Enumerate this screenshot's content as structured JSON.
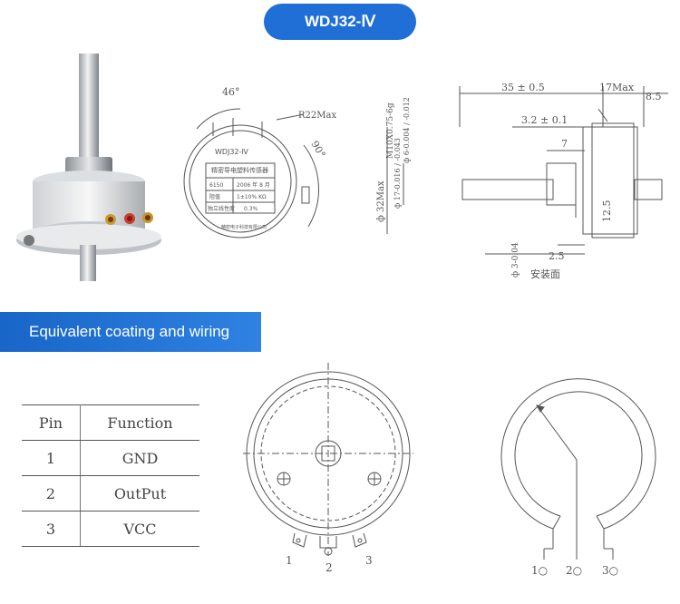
{
  "header": {
    "model_title": "WDJ32-Ⅳ"
  },
  "section": {
    "wiring_title": "Equivalent coating and wiring"
  },
  "front_view": {
    "angle_top": "46°",
    "angle_side": "90°",
    "radius_label": "R22Max",
    "face_model": "WDJ32-Ⅳ",
    "face_name": "精密导电塑料传感器",
    "face_row2_left": "6150",
    "face_row2_right": "2006 年 8 月",
    "face_row3_left": "阻值",
    "face_row3_right": "1±10% KΩ",
    "face_row4_left": "独立线性度",
    "face_row4_right": "0.3%",
    "face_maker": "…精密电子科技有限公司"
  },
  "side_view": {
    "dim_35": "35 ± 0.5",
    "dim_17max": "17Max",
    "dim_8_5": "8.5",
    "dim_3_2": "3.2 ± 0.1",
    "dim_7": "7",
    "dim_12_5": "12.5",
    "dim_2_5": "2.5",
    "dia_32": "ф 32Max",
    "dia_17": "ф 17-0.016 / -0.043",
    "dia_m10": "M10X0.75-6g",
    "dia_6": "ф 6-0.004 / -0.012",
    "dia_3": "ф 3-0.04",
    "mount_face": "安装面"
  },
  "pin_table": {
    "headers": [
      "Pin",
      "Function"
    ],
    "rows": [
      {
        "pin": "1",
        "function": "GND"
      },
      {
        "pin": "2",
        "function": "OutPut"
      },
      {
        "pin": "3",
        "function": "VCC"
      }
    ]
  },
  "wiring_front": {
    "pin1": "1",
    "pin2": "2",
    "pin3": "3"
  },
  "schematic": {
    "term1": "1○",
    "term2": "2○",
    "term3": "3○"
  }
}
